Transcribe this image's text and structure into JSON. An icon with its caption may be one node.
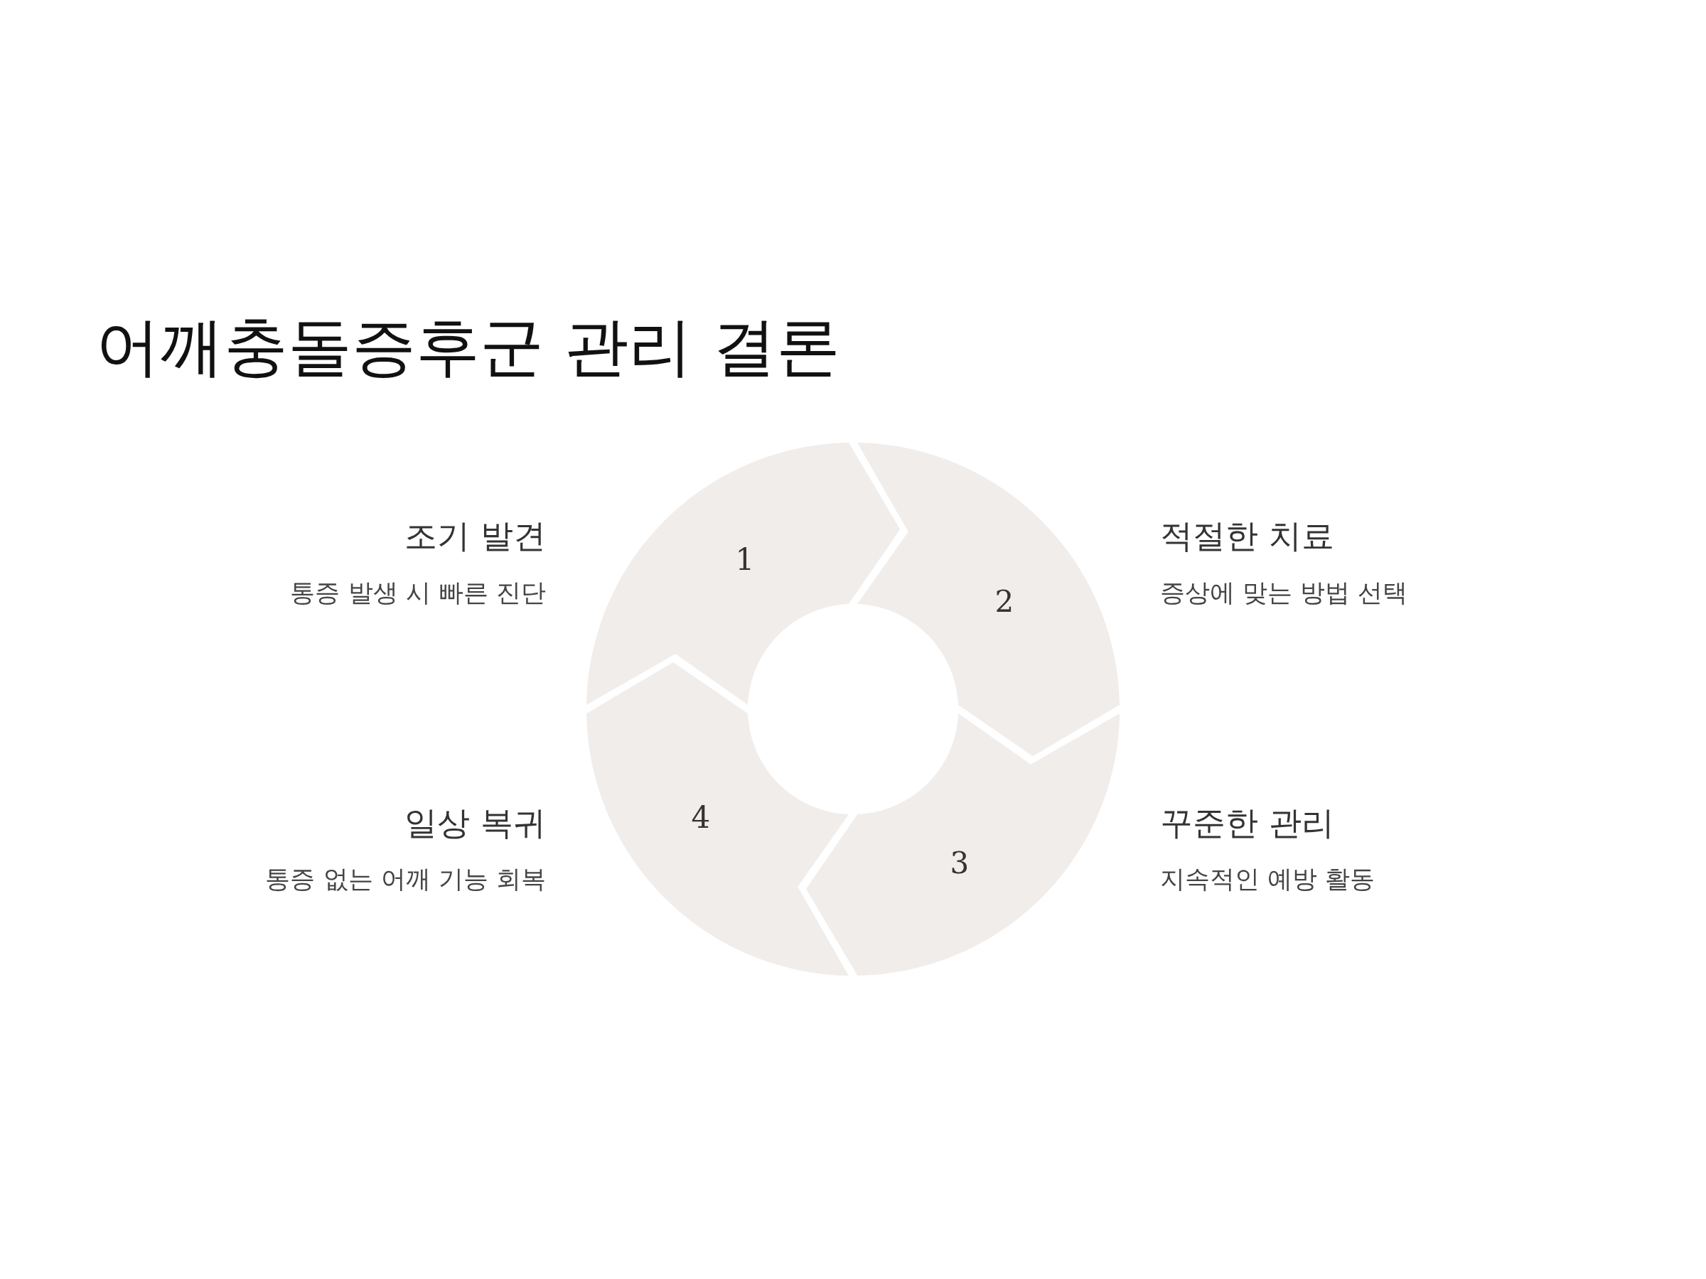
{
  "diagram": {
    "title": "어깨충돌증후군 관리 결론",
    "nodes": [
      {
        "text": [
          "1"
        ],
        "beside": [
          "조기 발견",
          "통증 발생 시 빠른 진단"
        ]
      },
      {
        "text": [
          "2"
        ],
        "beside": [
          "적절한 치료",
          "증상에 맞는 방법 선택"
        ]
      },
      {
        "text": [
          "3"
        ],
        "beside": [
          "꾸준한 관리",
          "지속적인 예방 활동"
        ]
      },
      {
        "text": [
          "4"
        ],
        "beside": [
          "일상 복귀",
          "통증 없는 어깨 기능 회복"
        ]
      }
    ]
  }
}
